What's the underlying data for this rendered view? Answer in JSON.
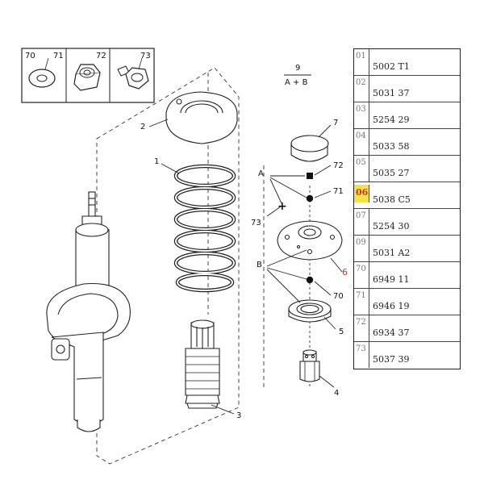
{
  "legend": {
    "items": [
      {
        "num": "70",
        "icon": "washer-icon"
      },
      {
        "num": "71",
        "icon": "nut-icon"
      },
      {
        "num": "72",
        "icon": "bolt-icon"
      },
      {
        "num": "73",
        "icon": "bolt-icon"
      }
    ]
  },
  "kit": {
    "num": "9",
    "formula": "A + B"
  },
  "callouts": {
    "c1": "1",
    "c2": "2",
    "c3": "3",
    "c4": "4",
    "c5": "5",
    "c6": "6",
    "c7": "7",
    "c70": "70",
    "c71": "71",
    "c72": "72",
    "c73": "73",
    "A": "A",
    "B": "B"
  },
  "parts_table": {
    "highlight_color": "#f5e24a",
    "rows": [
      {
        "idx": "01",
        "pn": "5002 T1",
        "highlighted": false
      },
      {
        "idx": "02",
        "pn": "5031 37",
        "highlighted": false
      },
      {
        "idx": "03",
        "pn": "5254 29",
        "highlighted": false
      },
      {
        "idx": "04",
        "pn": "5033 58",
        "highlighted": false
      },
      {
        "idx": "05",
        "pn": "5035 27",
        "highlighted": false
      },
      {
        "idx": "06",
        "pn": "5038 C5",
        "highlighted": true
      },
      {
        "idx": "07",
        "pn": "5254 30",
        "highlighted": false
      },
      {
        "idx": "09",
        "pn": "5031 A2",
        "highlighted": false
      },
      {
        "idx": "70",
        "pn": "6949 11",
        "highlighted": false
      },
      {
        "idx": "71",
        "pn": "6946 19",
        "highlighted": false
      },
      {
        "idx": "72",
        "pn": "6934 37",
        "highlighted": false
      },
      {
        "idx": "73",
        "pn": "5037 39",
        "highlighted": false
      }
    ]
  }
}
